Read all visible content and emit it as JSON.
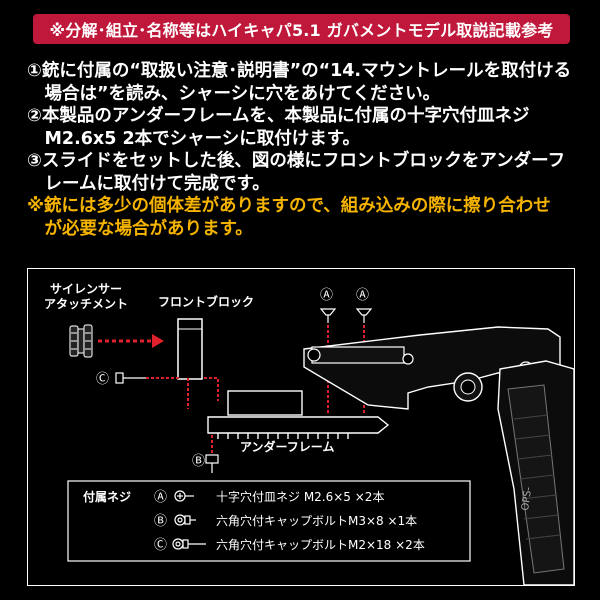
{
  "banner": "※分解･組立･名称等はハイキャパ5.1 ガバメントモデル取説記載参考",
  "instructions": [
    "①銃に付属の“取扱い注意･説明書”の“14.マウントレールを取付ける",
    "　場合は”を読み、シャーシに穴をあけてください。",
    "②本製品のアンダーフレームを、本製品に付属の十字穴付皿ネジ",
    "　M2.6x5 2本でシャーシに取付けます。",
    "③スライドをセットした後、図の様にフロントブロックをアンダーフ",
    "　レームに取付けて完成です。"
  ],
  "warning": [
    "※銃には多少の個体差がありますので、組み込みの際に擦り合わせ",
    "　が必要な場合があります。"
  ],
  "diagram": {
    "silencer_label": [
      "サイレンサー",
      "アタッチメント"
    ],
    "front_block_label": "フロントブロック",
    "under_frame_label": "アンダーフレーム",
    "marker_a": "Ⓐ",
    "marker_b": "Ⓑ",
    "marker_c": "Ⓒ",
    "gun_marking": "OPS-"
  },
  "screws": {
    "title": "付属ネジ",
    "items": [
      {
        "marker": "Ⓐ",
        "text": "十字穴付皿ネジ M2.6×5 ×2本"
      },
      {
        "marker": "Ⓑ",
        "text": "六角穴付キャップボルトM3×8 ×1本"
      },
      {
        "marker": "Ⓒ",
        "text": "六角穴付キャップボルトM2×18 ×2本"
      }
    ]
  },
  "colors": {
    "accent": "#c0183a",
    "warning": "#f6b400",
    "arrow": "#e0202a"
  }
}
